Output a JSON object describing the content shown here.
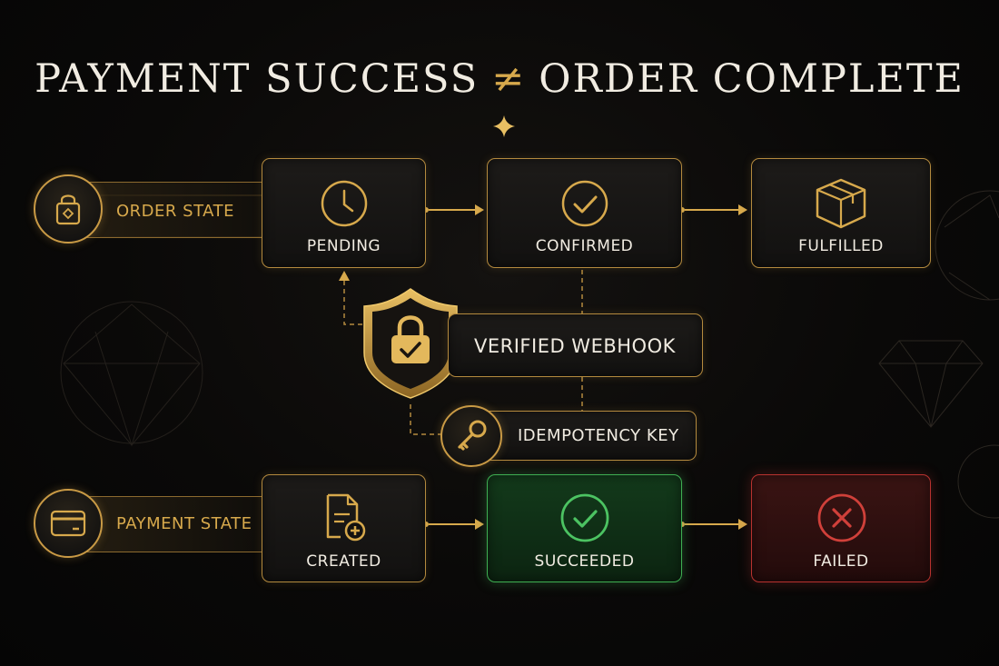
{
  "title": {
    "left": "PAYMENT SUCCESS",
    "symbol": "≠",
    "right": "ORDER COMPLETE"
  },
  "order_row": {
    "label": "ORDER STATE",
    "states": [
      {
        "label": "PENDING",
        "icon": "clock-icon"
      },
      {
        "label": "CONFIRMED",
        "icon": "check-circle-icon"
      },
      {
        "label": "FULFILLED",
        "icon": "box-icon"
      }
    ]
  },
  "payment_row": {
    "label": "PAYMENT STATE",
    "states": [
      {
        "label": "CREATED",
        "icon": "document-plus-icon"
      },
      {
        "label": "SUCCEEDED",
        "icon": "check-circle-icon"
      },
      {
        "label": "FAILED",
        "icon": "x-circle-icon"
      }
    ]
  },
  "safeguards": {
    "webhook": "VERIFIED WEBHOOK",
    "idempotency": "IDEMPOTENCY KEY"
  },
  "colors": {
    "gold": "#d7a94c",
    "text": "#f1ece2",
    "success": "#3fae52",
    "failure": "#d0403a",
    "background": "#0a0908"
  }
}
